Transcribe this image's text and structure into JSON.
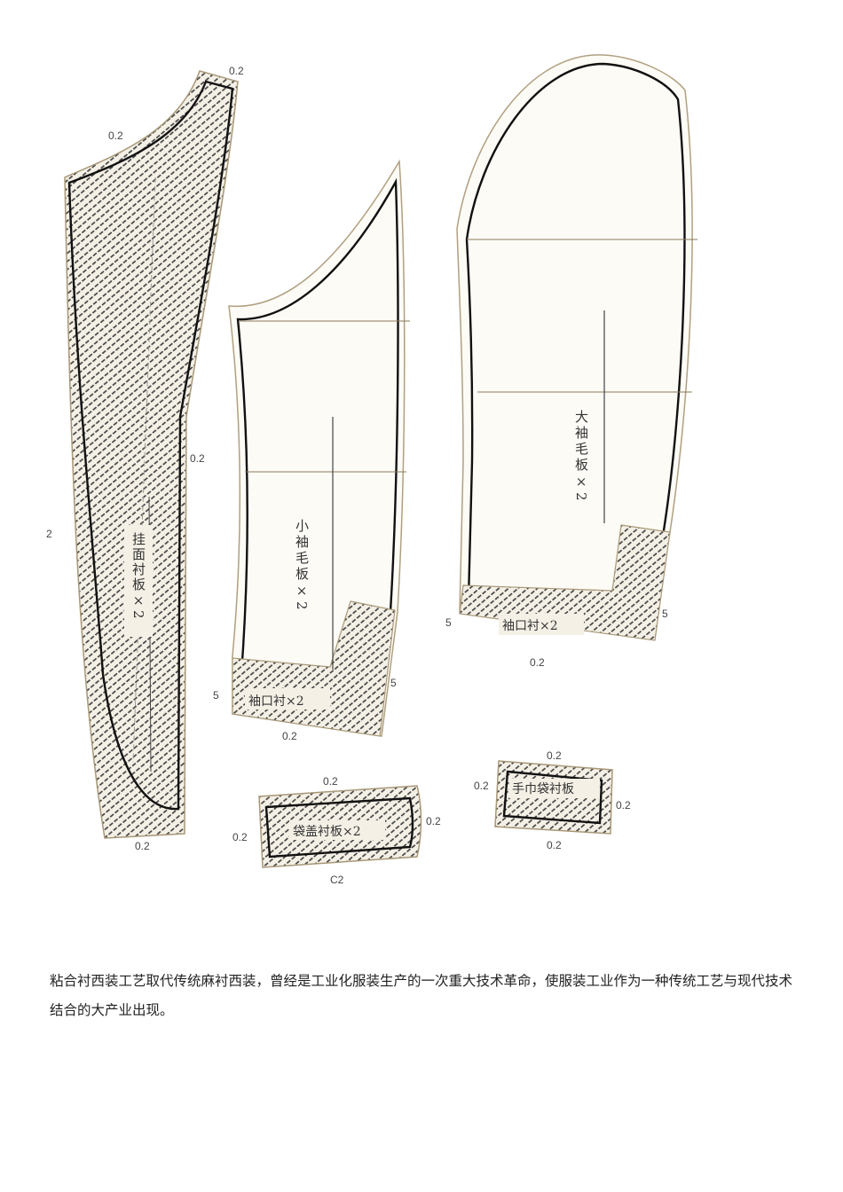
{
  "figure": {
    "pieces": {
      "facing_interlining": {
        "label": "挂面衬板×2"
      },
      "under_sleeve": {
        "label": "小袖毛板×2",
        "cuff_label": "袖口衬×2"
      },
      "top_sleeve": {
        "label": "大袖毛板×2",
        "cuff_label": "袖口衬×2"
      },
      "flap_interlining": {
        "label": "袋盖衬板×2"
      },
      "welt_interlining": {
        "label": "手巾袋衬板"
      }
    },
    "dimensions": {
      "facing_top": "0.2",
      "facing_shoulder": "0.2",
      "facing_side": "0.2",
      "facing_bottom": "0.2",
      "facing_edge": "2",
      "under_cuff_left": "5",
      "under_cuff_right": "5",
      "under_cuff_bottom": "0.2",
      "top_cuff_left": "5",
      "top_cuff_right": "5",
      "top_cuff_bottom": "0.2",
      "flap_top": "0.2",
      "flap_left": "0.2",
      "flap_right": "0.2",
      "flap_bottom": "C2",
      "welt_top": "0.2",
      "welt_left": "0.2",
      "welt_right": "0.2",
      "welt_bottom": "0.2"
    }
  },
  "caption": {
    "text": "粘合衬西装工艺取代传统麻衬西装，曾经是工业化服装生产的一次重大技术革命，使服装工业作为一种传统工艺与现代技术结合的大产业出现。"
  }
}
